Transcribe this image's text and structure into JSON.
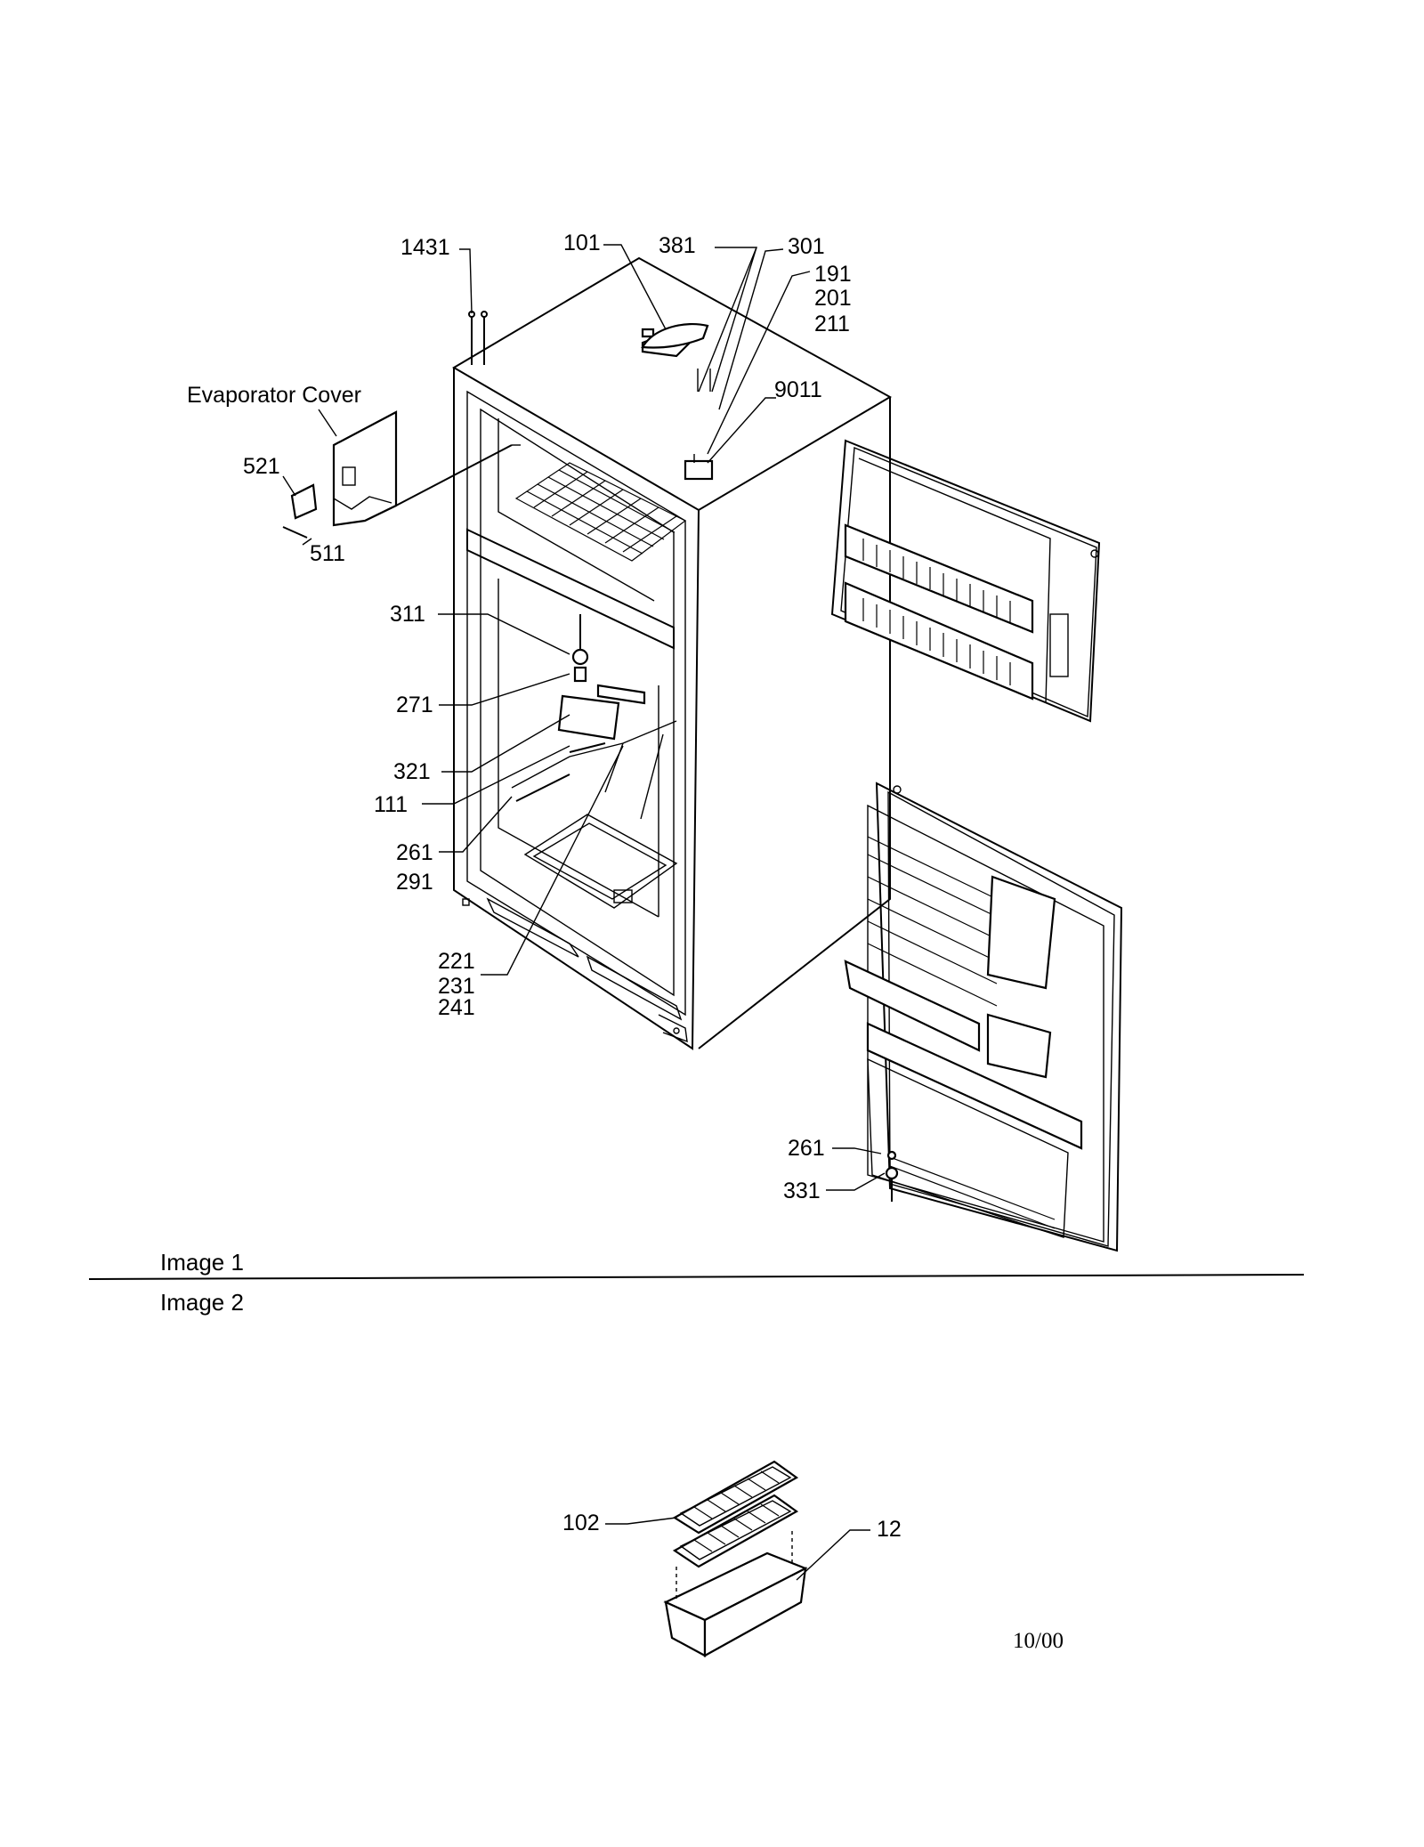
{
  "callouts": {
    "c1431": "1431",
    "c101": "101",
    "c381": "381",
    "c301": "301",
    "c191": "191",
    "c201": "201",
    "c211": "211",
    "c9011": "9011",
    "evap_cover": "Evaporator Cover",
    "c521": "521",
    "c511": "511",
    "c311": "311",
    "c271": "271",
    "c321": "321",
    "c111": "111",
    "c261_main": "261",
    "c291": "291",
    "c221": "221",
    "c231": "231",
    "c241": "241",
    "c261_door": "261",
    "c331": "331",
    "c102": "102",
    "c12": "12"
  },
  "captions": {
    "image1": "Image 1",
    "image2": "Image 2"
  },
  "date": "10/00"
}
